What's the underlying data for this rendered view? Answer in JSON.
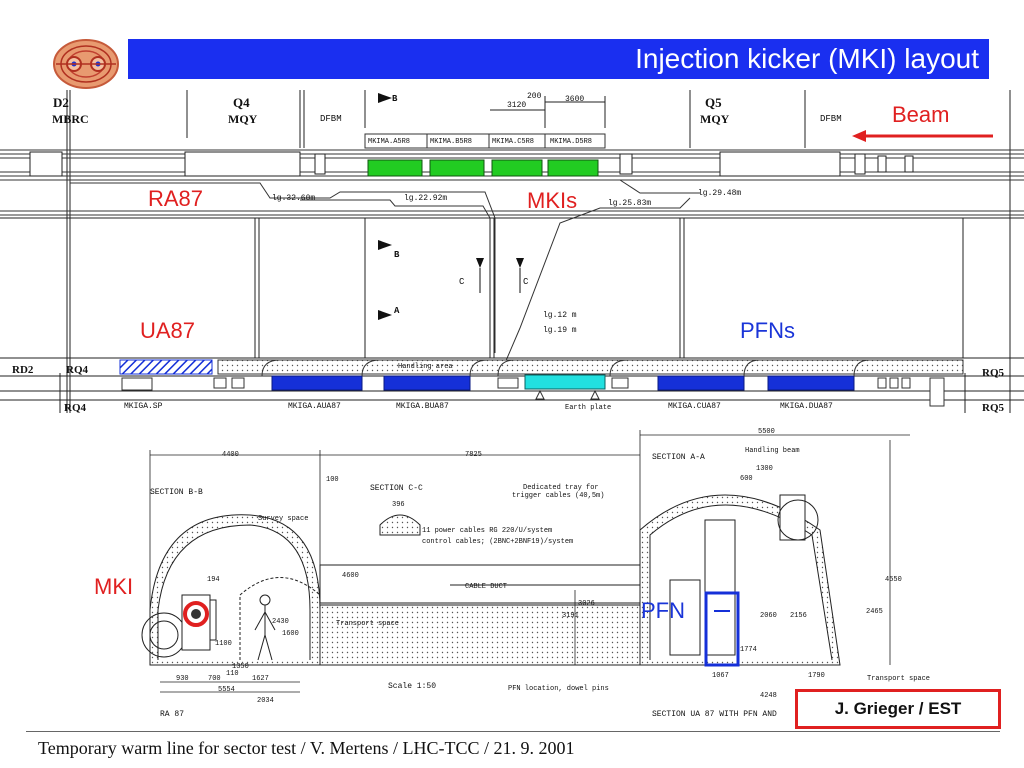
{
  "title": "Injection kicker (MKI) layout",
  "colors": {
    "title_bar": "#1a2ff0",
    "accent_red": "#e02020",
    "label_blue": "#1a35d8",
    "magnet_green": "#22cc22",
    "pfn_blue": "#1530d8",
    "cyan": "#22e0e0"
  },
  "top_layout": {
    "header_cells": [
      {
        "line1": "D2",
        "line2": "MBRC"
      },
      {
        "line1": "Q4",
        "line2": "MQY"
      },
      {
        "line1": "DFBM",
        "line2": ""
      },
      {
        "line1": "Q5",
        "line2": "MQY"
      },
      {
        "line1": "DFBM",
        "line2": ""
      }
    ],
    "section_marks": {
      "b": "B",
      "a": "A",
      "c": "C"
    },
    "dim_200": "200",
    "dim_3120": "3120",
    "dim_3600": "3600",
    "magnet_labels": [
      "MKIMA.A5R8",
      "MKIMA.B5R8",
      "MKIMA.C5R8",
      "MKIMA.D5R8"
    ],
    "cable_lengths": [
      "lg.32.60m",
      "lg.22.92m",
      "lg.25.83m",
      "lg.29.48m",
      "lg.12 m",
      "lg.19 m"
    ],
    "beam_label": "Beam",
    "ra87_label": "RA87",
    "mkis_label": "MKIs",
    "ua87_label": "UA87",
    "pfns_label": "PFNs",
    "rd2": "RD2",
    "rq4_top": "RQ4",
    "rq4_bottom": "RQ4",
    "rq5_top": "RQ5",
    "rq5_bottom": "RQ5",
    "handling": "Handling area",
    "earth": "Earth plate",
    "bottom_row": [
      "MKIGA.SP",
      "MKIGA.AUA87",
      "MKIGA.BUA87",
      "MKIGA.CUA87",
      "MKIGA.DUA87"
    ]
  },
  "sections": {
    "bb_title": "SECTION B-B",
    "cc_title": "SECTION C-C",
    "aa_title": "SECTION A-A",
    "ua87_title": "SECTION UA 87 WITH PFN AND",
    "survey": "Survey space",
    "transport1": "Transport space",
    "transport2": "Transport space",
    "cable_duct": "CABLE DUCT",
    "tray": "Dedicated tray for",
    "tray2": "trigger cables (40,5m)",
    "power": "11 power cables RG 220/U/system",
    "control": "control cables; (2BNC+2BNF19)/system",
    "scale": "Scale 1:50",
    "pfn_loc": "PFN location, dowel pins",
    "handling_beam": "Handling beam",
    "ra87": "RA 87",
    "dims": [
      "4400",
      "7825",
      "5500",
      "1300",
      "600",
      "396",
      "100",
      "194",
      "2430",
      "1600",
      "1100",
      "1350",
      "110",
      "930",
      "700",
      "1627",
      "5554",
      "2034",
      "4600",
      "3191",
      "3026",
      "2060",
      "2156",
      "2465",
      "4550",
      "1774",
      "1067",
      "1790",
      "4248"
    ]
  },
  "mki_label": "MKI",
  "pfn_label": "PFN",
  "credit": "J. Grieger / EST",
  "footer": "Temporary warm line for sector test / V. Mertens / LHC-TCC / 21. 9. 2001"
}
